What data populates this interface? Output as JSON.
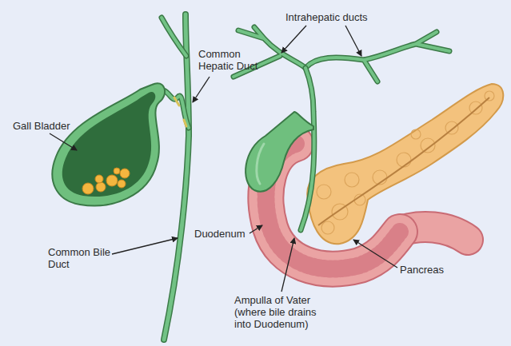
{
  "diagram": {
    "labels": [
      "Common Hepatic Duct",
      "Intrahepatic ducts",
      "Gall Bladder",
      "Common Bile Duct",
      "Duodenum",
      "Ampulla of Vater (where bile drains into Duodenum)",
      "Pancreas"
    ]
  }
}
